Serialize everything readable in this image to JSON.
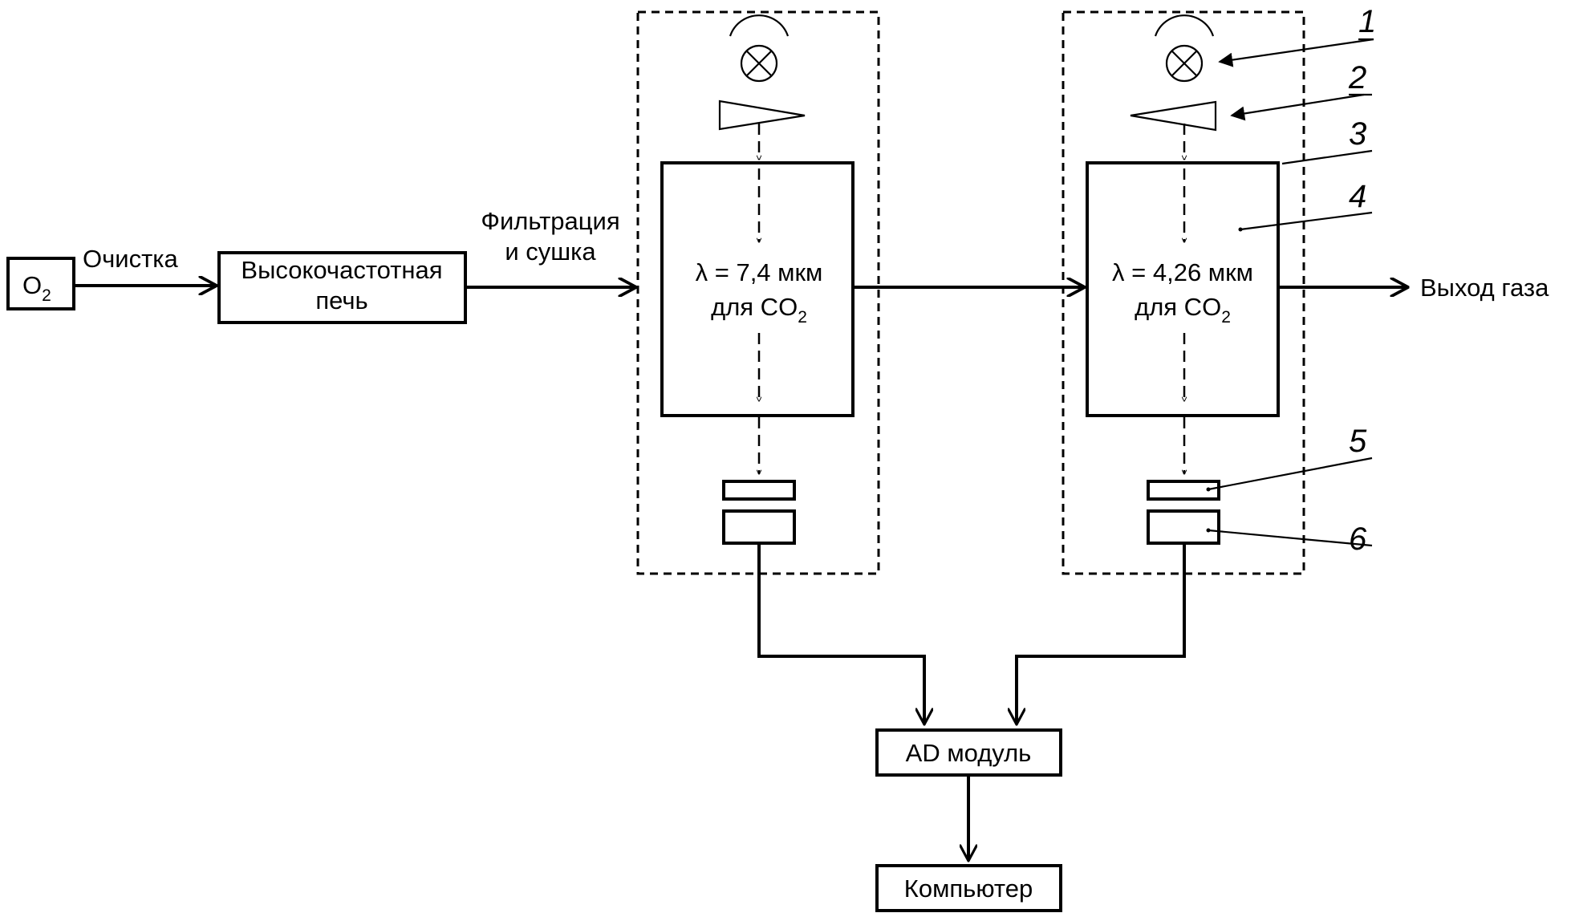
{
  "labels": {
    "o2_main": "O",
    "o2_sub": "2",
    "purification": "Очистка",
    "furnace_line1": "Высокочастотная",
    "furnace_line2": "печь",
    "filtration_line1": "Фильтрация",
    "filtration_line2": "и сушка",
    "cell1_line1": "λ = 7,4 мкм",
    "cell1_line2_main": "для CO",
    "cell1_line2_sub": "2",
    "cell2_line1": "λ = 4,26 мкм",
    "cell2_line2_main": "для CO",
    "cell2_line2_sub": "2",
    "gas_outlet": "Выход газа",
    "ad_module": "AD модуль",
    "computer": "Компьютер"
  },
  "callouts": [
    "1",
    "2",
    "3",
    "4",
    "5",
    "6"
  ]
}
